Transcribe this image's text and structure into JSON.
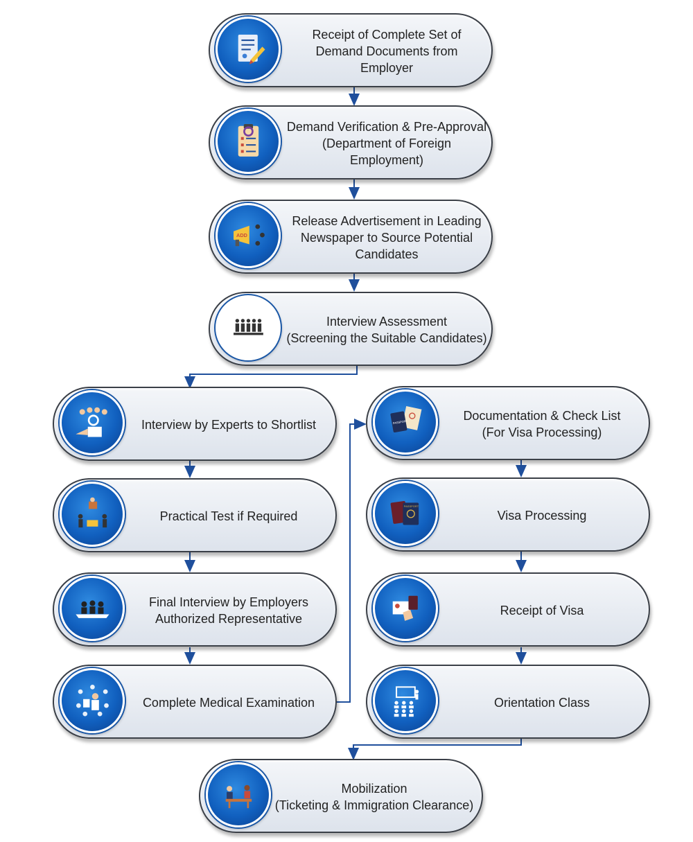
{
  "steps": {
    "s1": {
      "lines": [
        "Receipt of Complete Set of",
        "Demand Documents from",
        "Employer"
      ]
    },
    "s2": {
      "lines": [
        "Demand Verification & Pre-Approval",
        "(Department of Foreign",
        "Employment)"
      ]
    },
    "s3": {
      "lines": [
        "Release Advertisement in Leading",
        "Newspaper to Source Potential",
        "Candidates"
      ]
    },
    "s4": {
      "lines": [
        "Interview Assessment",
        "(Screening the Suitable Candidates)"
      ]
    },
    "s5": {
      "lines": [
        "Interview by Experts to Shortlist"
      ]
    },
    "s6": {
      "lines": [
        "Practical Test if Required"
      ]
    },
    "s7": {
      "lines": [
        "Final Interview by Employers",
        "Authorized Representative"
      ]
    },
    "s8": {
      "lines": [
        "Complete Medical Examination"
      ]
    },
    "s9": {
      "lines": [
        "Documentation & Check List",
        "(For Visa Processing)"
      ]
    },
    "s10": {
      "lines": [
        "Visa Processing"
      ]
    },
    "s11": {
      "lines": [
        "Receipt of Visa"
      ]
    },
    "s12": {
      "lines": [
        "Orientation Class"
      ]
    },
    "s13": {
      "lines": [
        "Mobilization",
        "(Ticketing & Immigration Clearance)"
      ]
    }
  },
  "icons": {
    "s1": "document-pen-icon",
    "s2": "clipboard-magnifier-icon",
    "s3": "megaphone-icon",
    "s4": "candidates-icon",
    "s5": "experts-icon",
    "s6": "workers-icon",
    "s7": "interview-panel-icon",
    "s8": "medical-icon",
    "s9": "passport-documents-icon",
    "s10": "passports-icon",
    "s11": "visa-icon",
    "s12": "classroom-icon",
    "s13": "meeting-icon"
  },
  "icon_text": {
    "add": "ADD",
    "passport": "PASSPORT"
  },
  "colors": {
    "arrow": "#1f4f9c",
    "circle": "#1160bf",
    "pill_border": "#3a3f47"
  }
}
